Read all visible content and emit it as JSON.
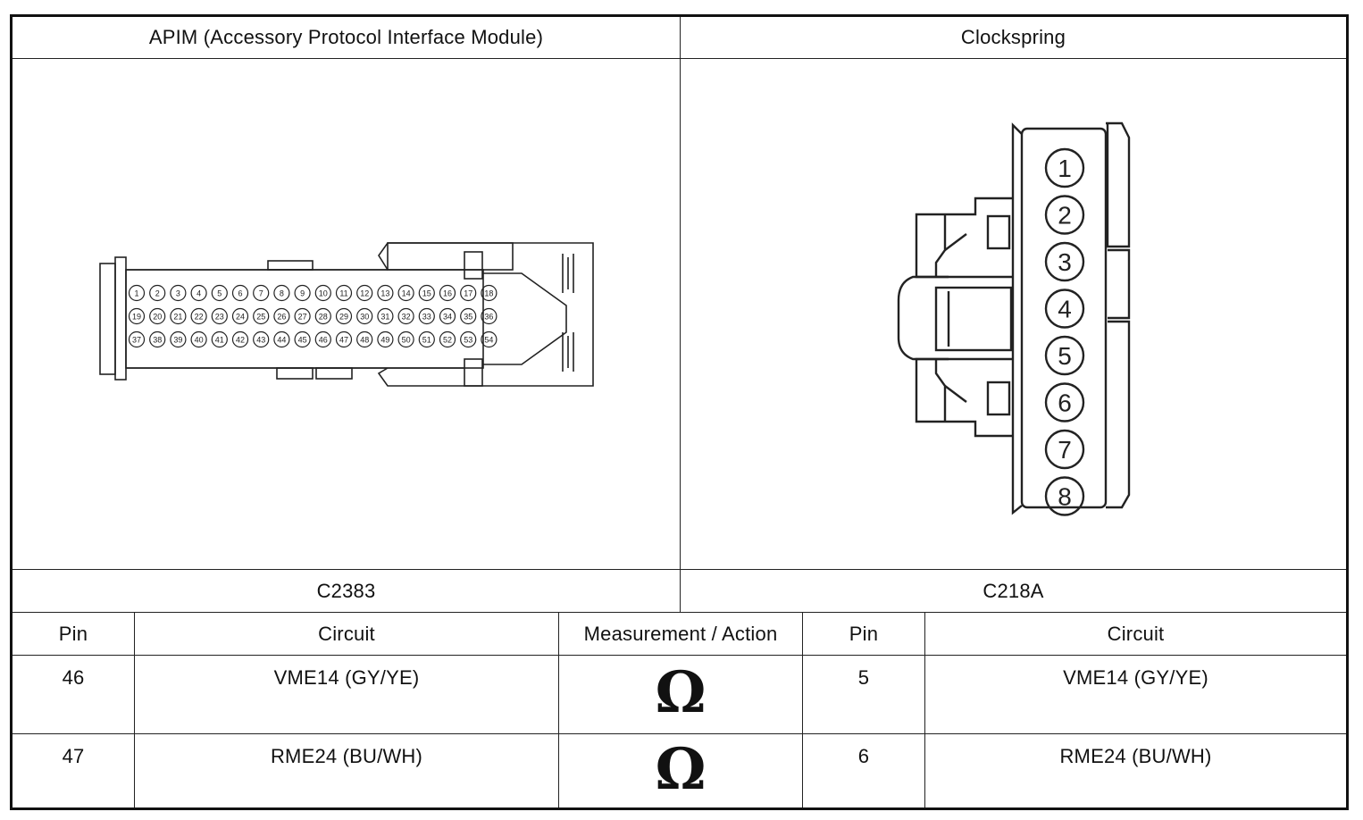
{
  "header": {
    "left_title": "APIM (Accessory Protocol Interface Module)",
    "right_title": "Clockspring"
  },
  "connectors": {
    "left_id": "C2383",
    "right_id": "C218A",
    "left_pin_labels": [
      "1",
      "2",
      "3",
      "4",
      "5",
      "6",
      "7",
      "8",
      "9",
      "10",
      "11",
      "12",
      "13",
      "14",
      "15",
      "16",
      "17",
      "18",
      "19",
      "20",
      "21",
      "22",
      "23",
      "24",
      "25",
      "26",
      "27",
      "28",
      "29",
      "30",
      "31",
      "32",
      "33",
      "34",
      "35",
      "36",
      "37",
      "38",
      "39",
      "40",
      "41",
      "42",
      "43",
      "44",
      "45",
      "46",
      "47",
      "48",
      "49",
      "50",
      "51",
      "52",
      "53",
      "54"
    ],
    "right_pins": [
      "1",
      "2",
      "3",
      "4",
      "5",
      "6",
      "7",
      "8"
    ]
  },
  "table": {
    "headers": [
      "Pin",
      "Circuit",
      "Measurement / Action",
      "Pin",
      "Circuit"
    ],
    "rows": [
      {
        "pin_a": "46",
        "circuit_a": "VME14 (GY/YE)",
        "action": "Ω",
        "pin_b": "5",
        "circuit_b": "VME14 (GY/YE)"
      },
      {
        "pin_a": "47",
        "circuit_a": "RME24 (BU/WH)",
        "action": "Ω",
        "pin_b": "6",
        "circuit_b": "RME24 (BU/WH)"
      }
    ]
  }
}
